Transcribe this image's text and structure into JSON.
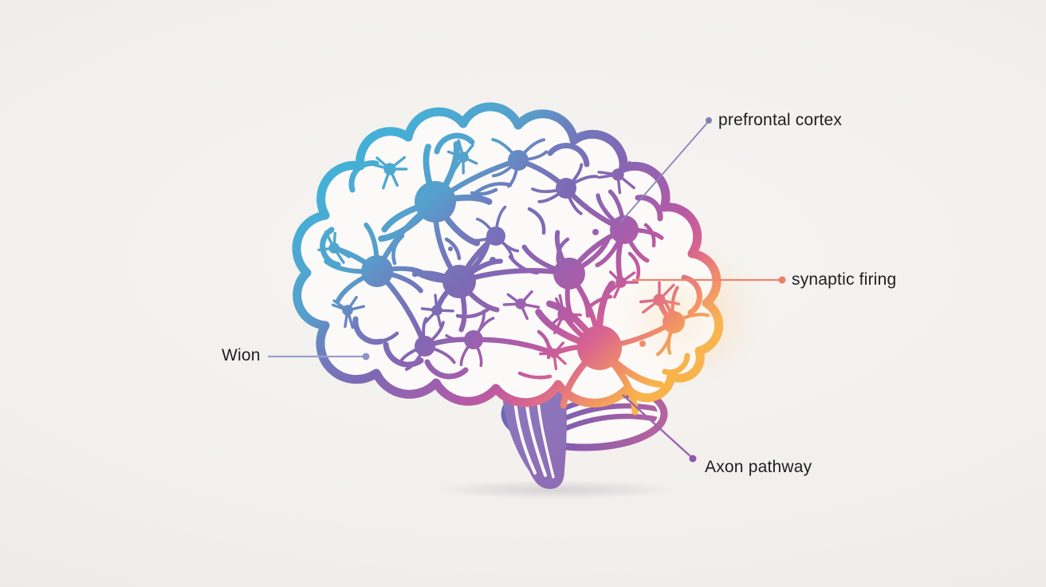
{
  "scene": {
    "type": "brain-neural-network-illustration",
    "background_color": "#f1eeeb",
    "labels": {
      "prefrontal_cortex": {
        "text": "prefrontal cortex",
        "line_color": "#8886bd",
        "dot_color": "#7d83b4"
      },
      "synaptic_firing": {
        "text": "synaptic firing",
        "line_color": "#ee8470",
        "dot_color": "#eb7f6b"
      },
      "neuron": {
        "text": "Wion",
        "line_color": "#99a0cd",
        "dot_color": "#8d94c7"
      },
      "axon_pathway": {
        "text": "Axon pathway",
        "line_color": "#9c64b1",
        "dot_color": "#8b58aa"
      }
    },
    "palette": {
      "blue": "#45b0d6",
      "violet": "#7f68b4",
      "magenta": "#b85aa4",
      "pink": "#d66292",
      "orange": "#f8b34a",
      "cerebellum_start": "#6b6ab5",
      "cerebellum_mid": "#8a5dad",
      "cerebellum_end": "#bf639c",
      "stem_start": "#8a79c0",
      "stem_end": "#8f6cb3",
      "text_color": "#1e1e20"
    }
  }
}
